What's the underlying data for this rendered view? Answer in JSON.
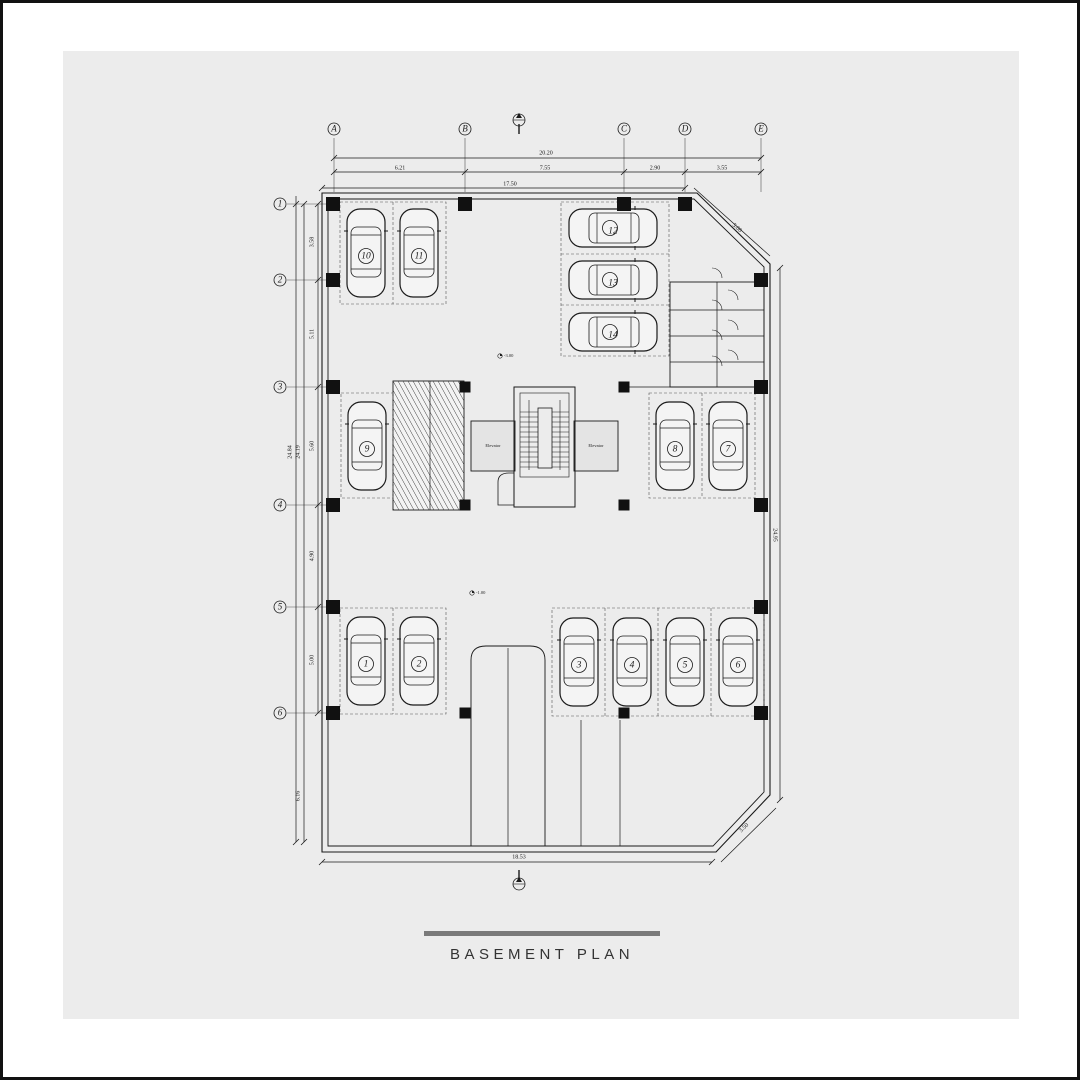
{
  "title": "BASEMENT PLAN",
  "colors": {
    "sheet": "#ececec",
    "ink": "#1a1a1a",
    "title_bar": "#7a7a7a"
  },
  "grid_columns": [
    "A",
    "B",
    "C",
    "D",
    "E"
  ],
  "grid_rows": [
    "1",
    "2",
    "3",
    "4",
    "5",
    "6"
  ],
  "dimensions": {
    "overall_width": "20.20",
    "bay_a_b": "6.21",
    "bay_b_c": "7.55",
    "bay_c_d": "2.90",
    "bay_d_e": "3.55",
    "inner_width": "17.50",
    "row_1_2": "3.58",
    "row_2_3": "5.11",
    "row_3_4": "5.60",
    "row_4_5": "4.90",
    "row_5_6": "5.00",
    "bottom_ramp": "6.16",
    "total_height_outer": "24.84",
    "total_height_inner": "24.19",
    "right_side": "24.95",
    "top_chamfer": "5.00",
    "bottom_chamfer": "3.50",
    "bottom_width": "18.53"
  },
  "labels": {
    "elevator_left": "Elevator",
    "elevator_right": "Elevator",
    "level_upper": "-3.00",
    "level_lower": "-1.00"
  },
  "parking_spaces": [
    "1",
    "2",
    "3",
    "4",
    "5",
    "6",
    "7",
    "8",
    "9",
    "10",
    "11",
    "12",
    "13",
    "14"
  ]
}
